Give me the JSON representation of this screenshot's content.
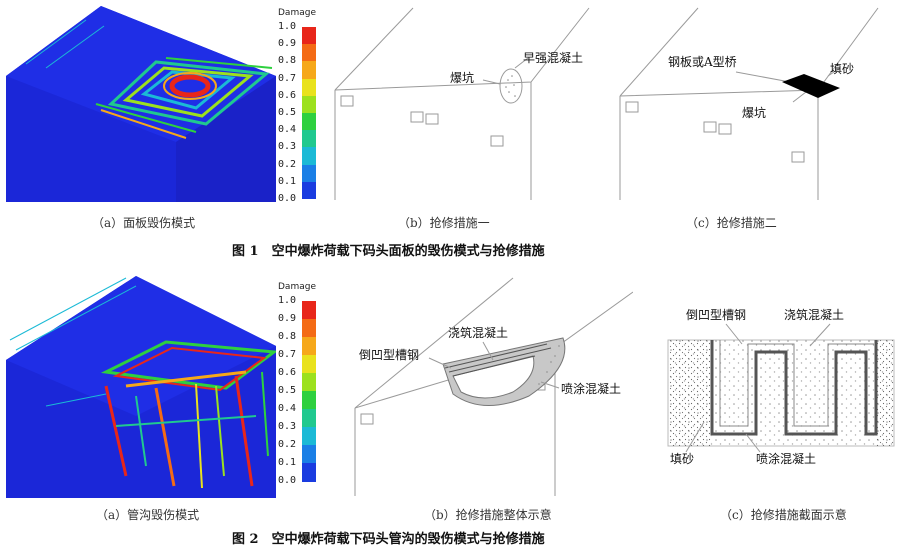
{
  "figure1": {
    "caption": "图 1　空中爆炸荷载下码头面板的毁伤模式与抢修措施",
    "panels": {
      "a": {
        "caption": "（a）面板毁伤模式"
      },
      "b": {
        "caption": "（b）抢修措施一",
        "labels": [
          "爆坑",
          "早强混凝土"
        ]
      },
      "c": {
        "caption": "（c）抢修措施二",
        "labels": [
          "钢板或A型桥",
          "填砂",
          "爆坑"
        ]
      }
    }
  },
  "figure2": {
    "caption": "图 2　空中爆炸荷载下码头管沟的毁伤模式与抢修措施",
    "panels": {
      "a": {
        "caption": "（a）管沟毁伤模式"
      },
      "b": {
        "caption": "（b）抢修措施整体示意",
        "labels": [
          "浇筑混凝土",
          "倒凹型槽钢",
          "喷涂混凝土"
        ]
      },
      "c": {
        "caption": "（c）抢修措施截面示意",
        "labels": [
          "倒凹型槽钢",
          "浇筑混凝土",
          "填砂",
          "喷涂混凝土"
        ]
      }
    }
  },
  "colorbar": {
    "title": "Damage",
    "ticks": [
      "1.0",
      "0.9",
      "0.8",
      "0.7",
      "0.6",
      "0.5",
      "0.4",
      "0.3",
      "0.2",
      "0.1",
      "0.0"
    ],
    "colors": [
      "#e8261a",
      "#f46b15",
      "#f6a81a",
      "#e9e21d",
      "#9ce11e",
      "#2ed03f",
      "#20c98f",
      "#1bbad6",
      "#1a7fe6",
      "#1a3ce0"
    ]
  }
}
